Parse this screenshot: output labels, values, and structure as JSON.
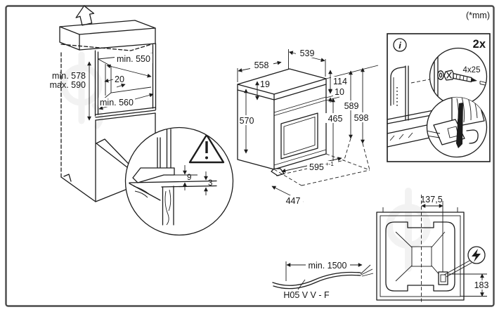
{
  "units_note": "(*mm)",
  "colors": {
    "line": "#1c1c1c",
    "frame": "#4a4a4a",
    "background": "#ffffff",
    "watermark": "#8a8a8a"
  },
  "cabinet": {
    "vent_arrow_icon": "up-arrow",
    "niche_depth": "min. 550",
    "rear_gap": "20",
    "niche_width": "min. 560",
    "niche_height_min": "min. 578",
    "niche_height_max": "max. 590"
  },
  "clearance_detail": {
    "warning_icon": "exclamation-triangle",
    "front_clearance": "9",
    "overlap": "3"
  },
  "oven": {
    "depth_top": "558",
    "width_top": "539",
    "top_trim": "19",
    "height_side": "570",
    "panel_height": "114",
    "panel_gap": "10",
    "height_rear": "589",
    "height_total": "598",
    "door_height": "465",
    "front_width": {
      "value": "595",
      "tolerance": "+-1"
    },
    "depth_body": "447"
  },
  "mounting_kit": {
    "info_icon": "i",
    "quantity": "2x",
    "screw_size": "4x25"
  },
  "rear_view": {
    "mains_offset_x": "137,5",
    "mains_offset_y": "183",
    "power_icon": "lightning-bolt"
  },
  "power_cable": {
    "length": "min. 1500",
    "type": "H05 V V - F"
  }
}
